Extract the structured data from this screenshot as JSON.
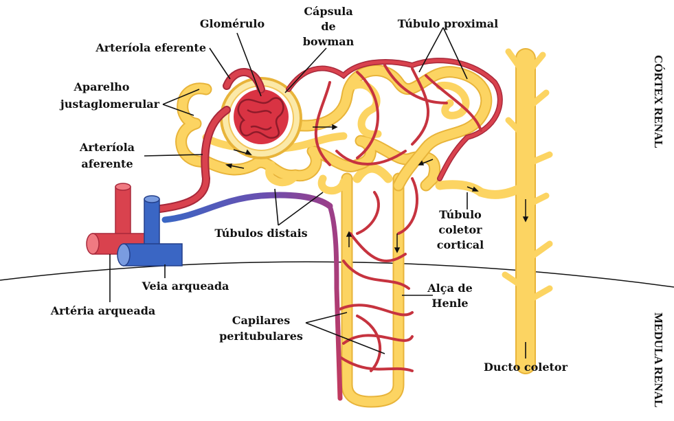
{
  "title": "",
  "regions": {
    "cortex": "CÓRTEX RENAL",
    "medulla": "MEDULA RENAL"
  },
  "labels": {
    "glomerulo": "Glomérulo",
    "capsula_l1": "Cápsula",
    "capsula_l2": "de",
    "capsula_l3": "bowman",
    "tubulo_proximal": "Túbulo proximal",
    "arteriola_eferente": "Arteríola eferente",
    "aparelho_l1": "Aparelho",
    "aparelho_l2": "justaglomerular",
    "arteriola_aferente_l1": "Arteríola",
    "arteriola_aferente_l2": "aferente",
    "tubulos_distais": "Túbulos distais",
    "tubulo_coletor_l1": "Túbulo",
    "tubulo_coletor_l2": "coletor",
    "tubulo_coletor_l3": "cortical",
    "veia_arqueada": "Veia arqueada",
    "arteria_arqueada": "Artéria arqueada",
    "alca_henle_l1": "Alça de",
    "alca_henle_l2": "Henle",
    "capilares_l1": "Capilares",
    "capilares_l2": "peritubulares",
    "ducto_coletor": "Ducto coletor"
  },
  "colors": {
    "tubule": "#fcd462",
    "tubule_edge": "#e8b43a",
    "artery": "#d9424e",
    "artery_edge": "#a8283a",
    "vein": "#3a66c4",
    "vein_edge": "#233f8a",
    "glomerulus": "#d93343"
  }
}
